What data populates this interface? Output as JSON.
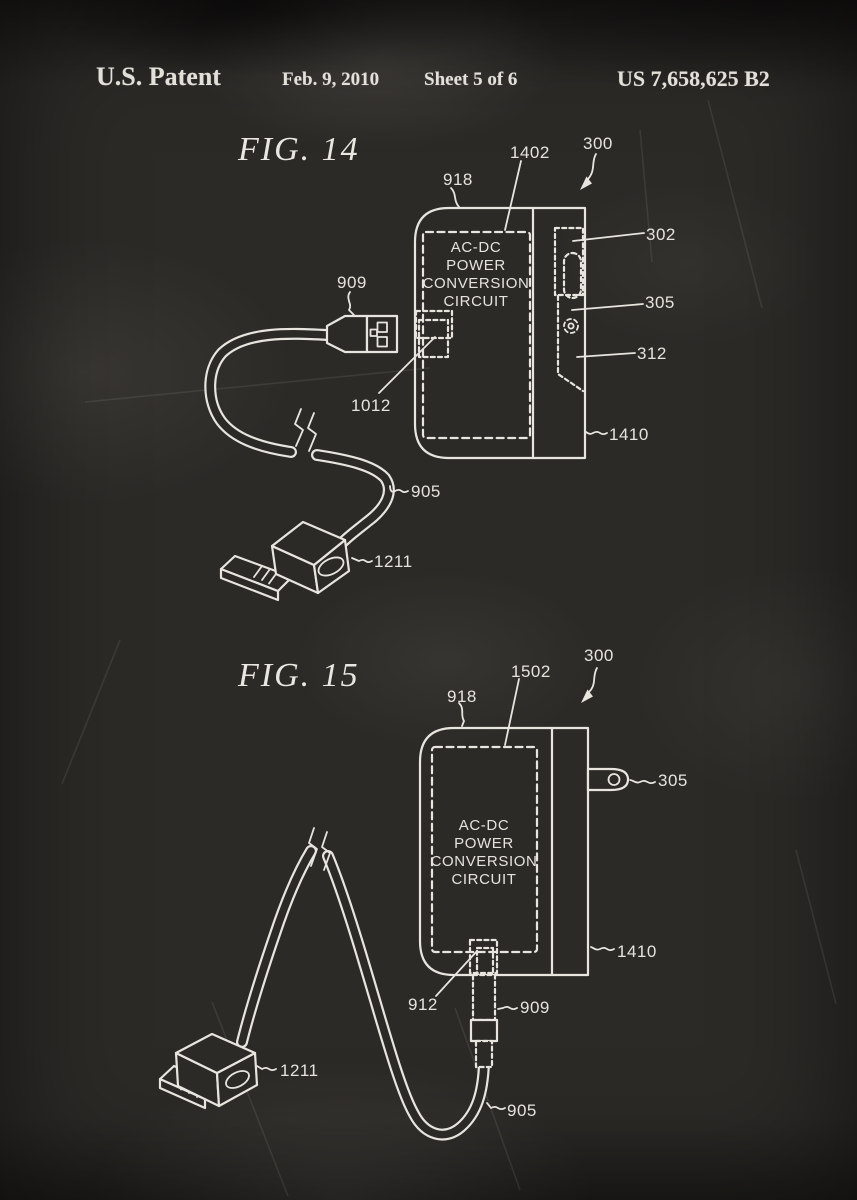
{
  "header": {
    "patent_label": "U.S. Patent",
    "date": "Feb. 9, 2010",
    "sheet": "Sheet 5 of 6",
    "patent_number": "US 7,658,625 B2"
  },
  "figures": {
    "fig14": {
      "title": "FIG. 14",
      "circuit_lines": [
        "AC-DC",
        "POWER",
        "CONVERSION",
        "CIRCUIT"
      ],
      "labels": {
        "n918": "918",
        "n1402": "1402",
        "n300": "300",
        "n302": "302",
        "n305": "305",
        "n312": "312",
        "n1410": "1410",
        "n909": "909",
        "n1012": "1012",
        "n905": "905",
        "n1211": "1211"
      }
    },
    "fig15": {
      "title": "FIG. 15",
      "circuit_lines": [
        "AC-DC",
        "POWER",
        "CONVERSION",
        "CIRCUIT"
      ],
      "labels": {
        "n918": "918",
        "n1502": "1502",
        "n300": "300",
        "n305": "305",
        "n1410": "1410",
        "n912": "912",
        "n909": "909",
        "n1211": "1211",
        "n905": "905"
      }
    }
  },
  "colors": {
    "board_background": "#2c2a27",
    "chalk": "#e8e5df"
  }
}
